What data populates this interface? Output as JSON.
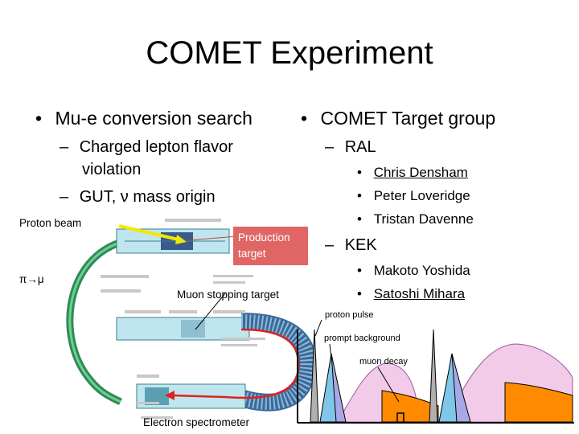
{
  "slide": {
    "title": "COMET Experiment",
    "left": {
      "bullet": "Mu-e conversion search",
      "sub1": "Charged lepton flavor",
      "sub1b": "violation",
      "sub2": "GUT, ν mass origin"
    },
    "right": {
      "bullet": "COMET Target group",
      "ral": "RAL",
      "ral_members": [
        "Chris Densham",
        "Peter Loveridge",
        "Tristan Davenne"
      ],
      "kek": "KEK",
      "kek_members": [
        "Makoto Yoshida",
        "Satoshi Mihara"
      ]
    },
    "diagram": {
      "proton_beam": "Proton beam",
      "production_target": "Production target",
      "pi_mu": "π→μ",
      "muon_stopping_target": "Muon stopping target",
      "electron_spectrometer": "Electron spectrometer"
    },
    "timing": {
      "proton_pulse": "proton pulse",
      "prompt_background": "prompt background",
      "muon_decay": "muon decay"
    }
  },
  "colors": {
    "beam_arrow": "#f5e800",
    "target_box": "#e06666",
    "electron_arrow": "#e02020",
    "transport_green": "#2e8b57",
    "prompt_blue": "#7fc6e8",
    "lavender": "#a8a8e8",
    "muon_pink": "#f2cbe8",
    "decay_orange": "#ff8a00"
  }
}
